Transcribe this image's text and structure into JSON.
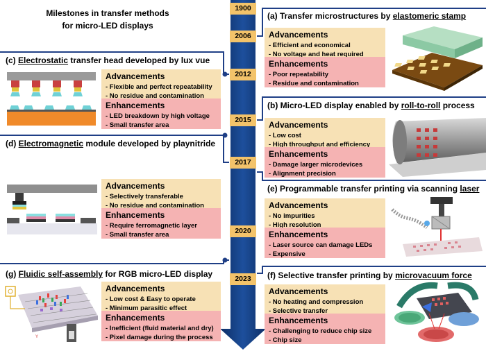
{
  "title": {
    "line1": "Milestones in transfer methods",
    "line2": "for micro-LED displays"
  },
  "years": [
    "1900",
    "2006",
    "2012",
    "2015",
    "2017",
    "2020",
    "2023"
  ],
  "colors": {
    "timeline": "#123a7a",
    "connector": "#1f3f86",
    "advancements": "#f7e1b5",
    "enhancements": "#f5b3b3",
    "year_badge": "#f3c36a"
  },
  "sections": {
    "a": {
      "label": "(a)",
      "prefix": "Transfer microstructures by ",
      "keyword": "elastomeric stamp",
      "suffix": "",
      "adv_title": "Advancements",
      "adv": [
        "- Efficient and economical",
        "- No voltage and heat required"
      ],
      "enh_title": "Enhancements",
      "enh": [
        "- Poor repeatability",
        "- Residue and contamination"
      ]
    },
    "b": {
      "label": "(b)",
      "prefix": "Micro-LED display enabled by ",
      "keyword": "roll-to-roll",
      "suffix": " process",
      "adv_title": "Advancements",
      "adv": [
        "- Low cost",
        "- High throughput and efficiency"
      ],
      "enh_title": "Enhancements",
      "enh": [
        "- Damage larger microdevices",
        "- Alignment precision"
      ]
    },
    "c": {
      "label": "(c)",
      "prefix": "",
      "keyword": "Electrostatic",
      "suffix": " transfer head developed by lux vue",
      "adv_title": "Advancements",
      "adv": [
        "- Flexible and perfect repeatability",
        "- No residue and contamination"
      ],
      "enh_title": "Enhancements",
      "enh": [
        "- LED breakdown by high voltage",
        "- Small transfer area"
      ]
    },
    "d": {
      "label": "(d)",
      "prefix": "",
      "keyword": "Electromagnetic",
      "suffix": " module developed by playnitride",
      "adv_title": "Advancements",
      "adv": [
        "- Selectively transferable",
        "- No residue and contamination"
      ],
      "enh_title": "Enhancements",
      "enh": [
        "- Require ferromagnetic layer",
        "- Small transfer area"
      ]
    },
    "e": {
      "label": "(e)",
      "prefix": "Programmable transfer printing via scanning ",
      "keyword": "laser",
      "suffix": "",
      "adv_title": "Advancements",
      "adv": [
        "- No impurities",
        "- High resolution"
      ],
      "enh_title": "Enhancements",
      "enh": [
        "- Laser source can damage LEDs",
        "- Expensive"
      ]
    },
    "f": {
      "label": "(f)",
      "prefix": "Selective transfer printing by ",
      "keyword": "microvacuum force",
      "suffix": "",
      "adv_title": "Advancements",
      "adv": [
        "- No heating and compression",
        "- Selective transfer"
      ],
      "enh_title": "Enhancements",
      "enh": [
        "- Challenging to reduce chip size",
        "- Chip size"
      ]
    },
    "g": {
      "label": "(g)",
      "prefix": "",
      "keyword": "Fluidic self-assembly",
      "suffix": " for RGB micro-LED display",
      "adv_title": "Advancements",
      "adv": [
        "- Low cost & Easy to operate",
        "- Minimum parasitic effect"
      ],
      "enh_title": "Enhancements",
      "enh": [
        "- Inefficient (fluid material and dry)",
        "- Pixel damage during the process"
      ]
    }
  }
}
